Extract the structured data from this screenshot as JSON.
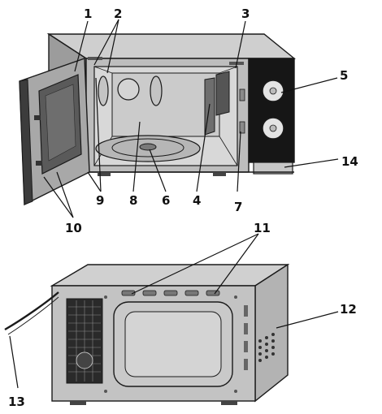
{
  "labels": {
    "l1": "1",
    "l2": "2",
    "l3": "3",
    "l4": "4",
    "l5": "5",
    "l6": "6",
    "l7": "7",
    "l8": "8",
    "l9": "9",
    "l10": "10",
    "l11": "11",
    "l12": "12",
    "l13": "13",
    "l14": "14"
  },
  "colors": {
    "body_light": "#c9c9c9",
    "body_mid": "#a9a9a9",
    "body_dark": "#7d7d7d",
    "cavity": "#d6d6d6",
    "panel_black": "#161616",
    "line": "#1a1a1a"
  }
}
